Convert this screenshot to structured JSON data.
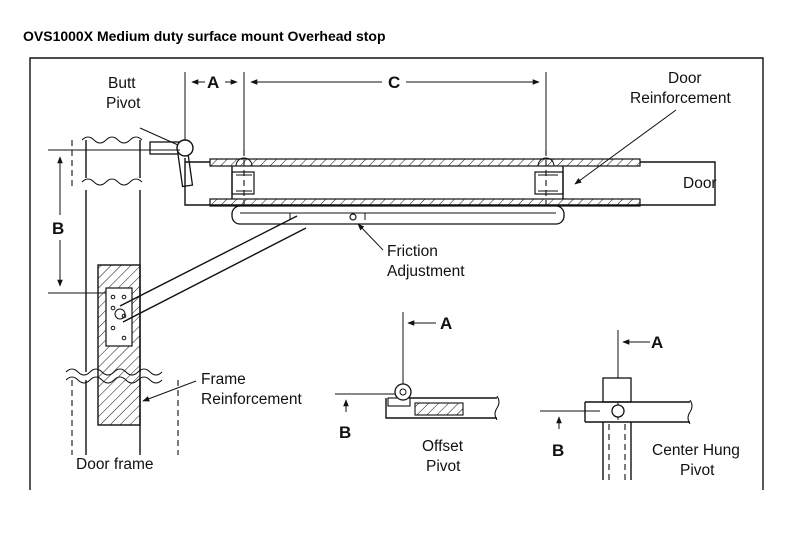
{
  "title": "OVS1000X Medium duty surface mount Overhead stop",
  "labels": {
    "butt_pivot": [
      "Butt",
      "Pivot"
    ],
    "door_reinforcement": [
      "Door",
      "Reinforcement"
    ],
    "door": "Door",
    "friction_adjustment": [
      "Friction",
      "Adjustment"
    ],
    "frame_reinforcement": [
      "Frame",
      "Reinforcement"
    ],
    "door_frame": "Door frame",
    "offset_pivot": [
      "Offset",
      "Pivot"
    ],
    "center_hung_pivot": [
      "Center Hung",
      "Pivot"
    ]
  },
  "dimensions": {
    "a": "A",
    "b": "B",
    "c": "C"
  }
}
